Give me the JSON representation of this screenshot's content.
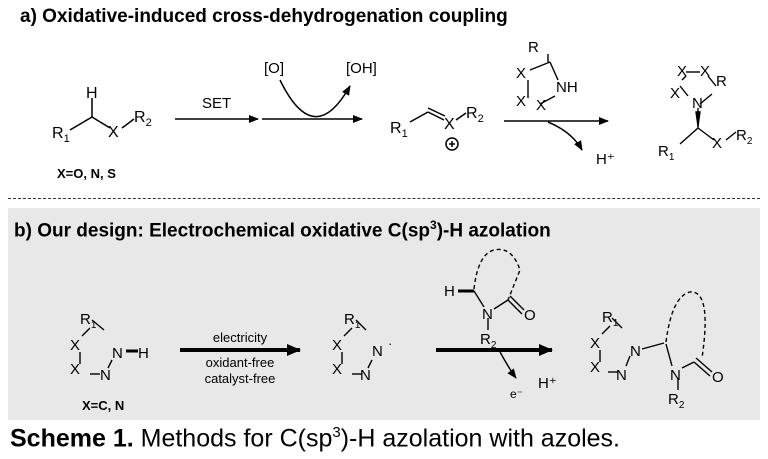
{
  "panel_a": {
    "title": "a) Oxidative-induced cross-dehydrogenation coupling",
    "x_note": "X=O, N, S",
    "set_label": "SET",
    "oxidant": "[O]",
    "reduced": "[OH]",
    "proton": "H⁺"
  },
  "panel_b": {
    "title_pre": "b) Our design: Electrochemical oxidative C(sp",
    "title_sup": "3",
    "title_post": ")-H azolation",
    "x_note": "X=C, N",
    "conditions": [
      "electricity",
      "oxidant-free",
      "catalyst-free"
    ],
    "proton": "H⁺",
    "electron": "e⁻"
  },
  "caption": {
    "bold": "Scheme 1.",
    "text_pre": " Methods for C(sp",
    "sup": "3",
    "text_post": ")-H azolation with azoles."
  }
}
